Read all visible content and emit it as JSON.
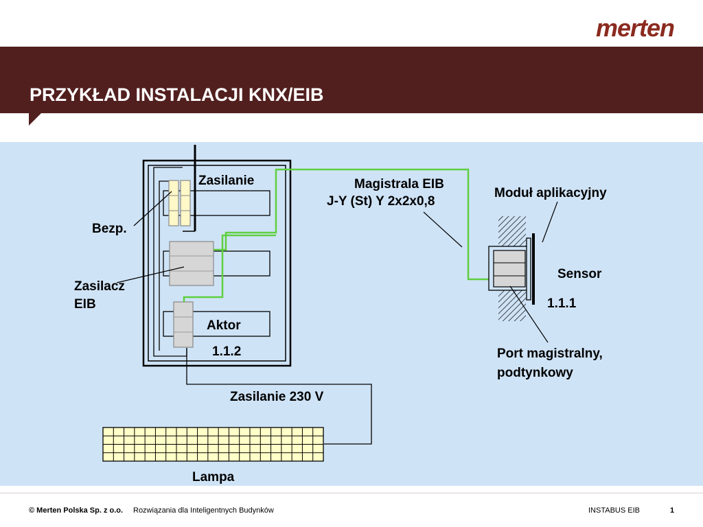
{
  "brand": {
    "logo_text": "merten"
  },
  "slide": {
    "title": "PRZYKŁAD INSTALACJI KNX/EIB"
  },
  "diagram": {
    "labels": {
      "zasilanie": "Zasilanie",
      "bezp": "Bezp.",
      "zasilacz_line1": "Zasilacz",
      "zasilacz_line2": "EIB",
      "aktor": "Aktor",
      "aktor_address": "1.1.2",
      "magistrala_line1": "Magistrala EIB",
      "magistrala_line2": "J-Y (St) Y 2x2x0,8",
      "modul": "Moduł aplikacyjny",
      "sensor": "Sensor",
      "sensor_address": "1.1.1",
      "port_line1": "Port magistralny,",
      "port_line2": "podtynkowy",
      "zasilanie_230": "Zasilanie 230 V",
      "lampa": "Lampa"
    },
    "colors": {
      "background": "#cfe3f6",
      "bus_line": "#5fcf3f",
      "lamp_fill": "#ffffc8",
      "module_fill": "#d6d6d6",
      "fuse_fill": "#fff8c8"
    }
  },
  "footer": {
    "company": "© Merten Polska Sp. z o.o.",
    "tagline": "Rozwiązania dla Inteligentnych Budynków",
    "product": "INSTABUS EIB",
    "page_number": "1"
  }
}
